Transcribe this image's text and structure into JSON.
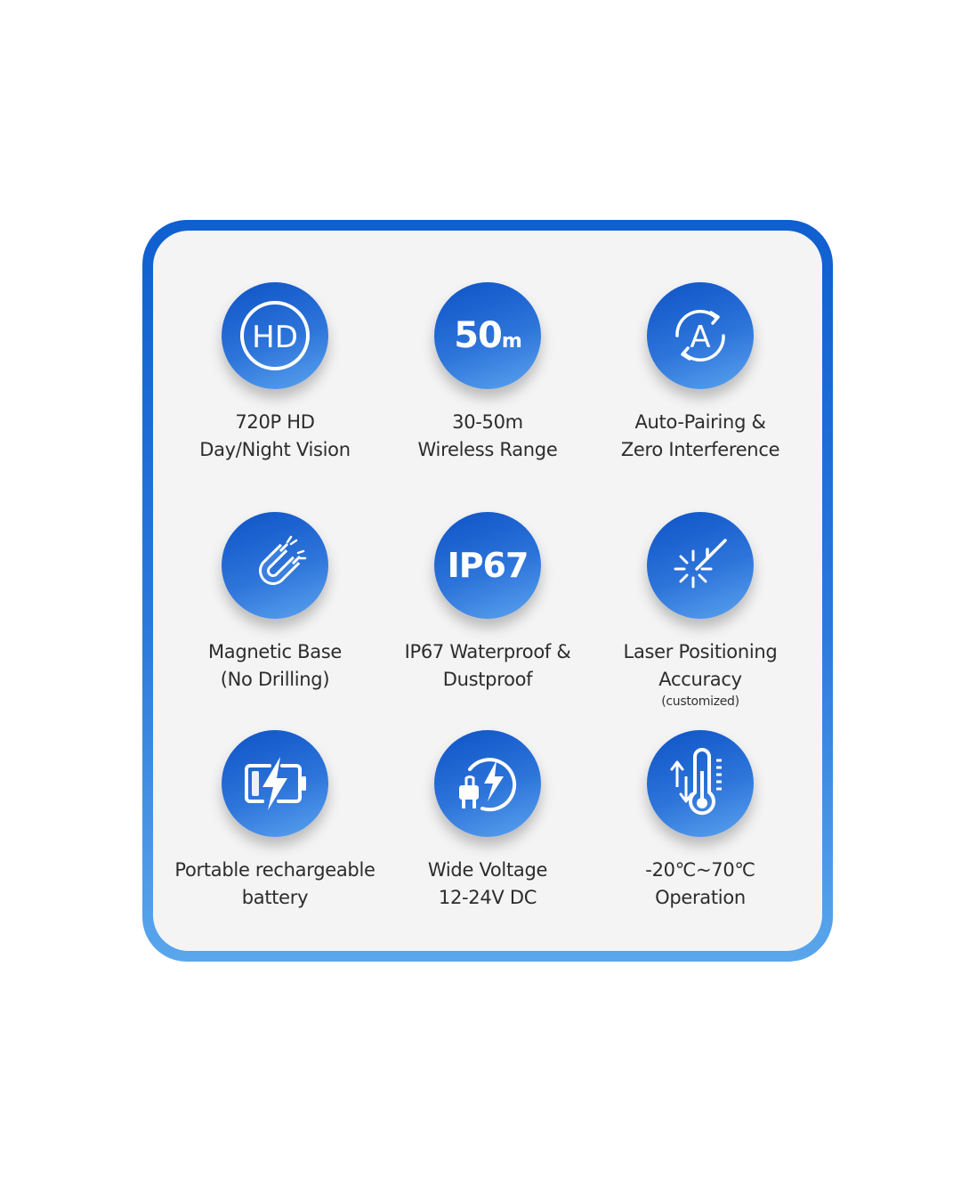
{
  "colors": {
    "badge_start": "#0e53c6",
    "badge_end": "#5ba3ef",
    "frame_start": "#0f5fd0",
    "frame_end": "#5aa6ec",
    "panel": "#f4f4f5",
    "text": "#2c2c2c"
  },
  "features": [
    {
      "icon": "hd-icon",
      "icon_text": "HD",
      "line1": "720P HD",
      "line2": "Day/Night Vision"
    },
    {
      "icon": "range-50m-icon",
      "icon_text": "50",
      "icon_unit": "m",
      "line1": "30-50m",
      "line2": "Wireless Range"
    },
    {
      "icon": "auto-pairing-icon",
      "icon_text": "A",
      "line1": "Auto-Pairing &",
      "line2": "Zero Interference"
    },
    {
      "icon": "magnet-icon",
      "line1": "Magnetic Base",
      "line2": "(No Drilling)"
    },
    {
      "icon": "ip67-icon",
      "icon_text": "IP67",
      "line1": "IP67 Waterproof &",
      "line2": "Dustproof"
    },
    {
      "icon": "laser-icon",
      "line1": "Laser Positioning",
      "line2": "Accuracy",
      "note": "(customized)"
    },
    {
      "icon": "battery-charging-icon",
      "line1": "Portable rechargeable",
      "line2": "battery"
    },
    {
      "icon": "plug-power-icon",
      "line1": "Wide Voltage",
      "line2": "12-24V DC"
    },
    {
      "icon": "thermometer-icon",
      "line1": "-20℃~70℃",
      "line2": "Operation"
    }
  ]
}
